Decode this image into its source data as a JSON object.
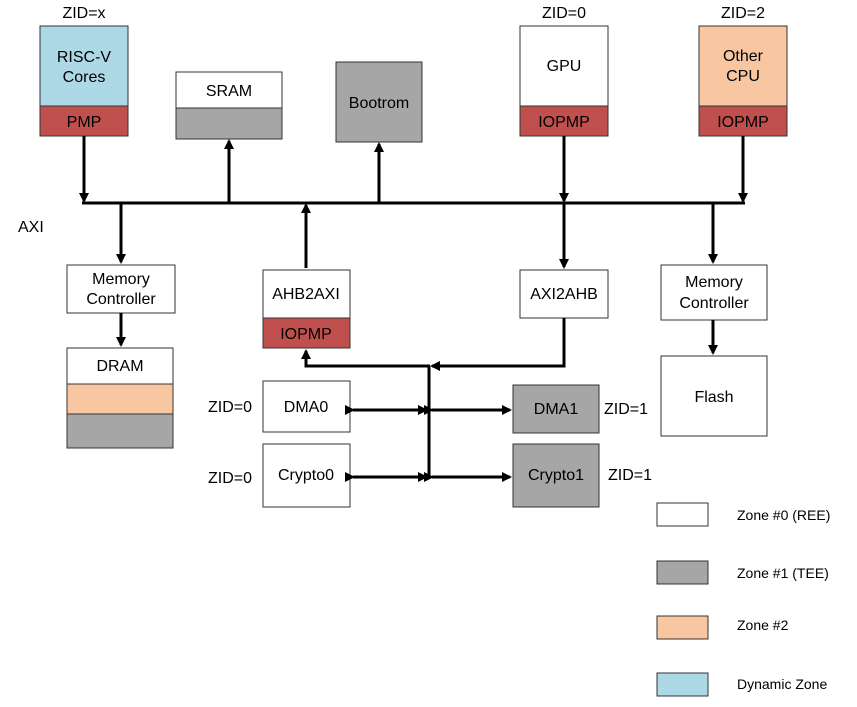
{
  "colors": {
    "zone0": "#ffffff",
    "zone1": "#a6a6a6",
    "zone2": "#f8c6a0",
    "dynamic": "#add8e6",
    "protect": "#c0504d",
    "protect_text": "#ffffff",
    "line": "#000000"
  },
  "labels": {
    "axi": "AXI"
  },
  "blocks": {
    "risc_v": {
      "line1": "RISC-V",
      "line2": "Cores",
      "zid": "ZID=x",
      "guard": "PMP"
    },
    "sram": {
      "label": "SRAM"
    },
    "bootrom": {
      "label": "Bootrom"
    },
    "gpu": {
      "label": "GPU",
      "zid": "ZID=0",
      "guard": "IOPMP"
    },
    "other_cpu": {
      "line1": "Other",
      "line2": "CPU",
      "zid": "ZID=2",
      "guard": "IOPMP"
    },
    "mem_ctrl_left": {
      "line1": "Memory",
      "line2": "Controller"
    },
    "dram": {
      "label": "DRAM"
    },
    "ahb2axi": {
      "label": "AHB2AXI",
      "guard": "IOPMP"
    },
    "axi2ahb": {
      "label": "AXI2AHB"
    },
    "mem_ctrl_right": {
      "line1": "Memory",
      "line2": "Controller"
    },
    "flash": {
      "label": "Flash"
    },
    "dma0": {
      "label": "DMA0",
      "zid": "ZID=0"
    },
    "crypto0": {
      "label": "Crypto0",
      "zid": "ZID=0"
    },
    "dma1": {
      "label": "DMA1",
      "zid": "ZID=1"
    },
    "crypto1": {
      "label": "Crypto1",
      "zid": "ZID=1"
    }
  },
  "legend": [
    {
      "label": "Zone #0 (REE)",
      "color_key": "zone0"
    },
    {
      "label": "Zone #1 (TEE)",
      "color_key": "zone1"
    },
    {
      "label": "Zone #2",
      "color_key": "zone2"
    },
    {
      "label": "Dynamic Zone",
      "color_key": "dynamic"
    }
  ]
}
